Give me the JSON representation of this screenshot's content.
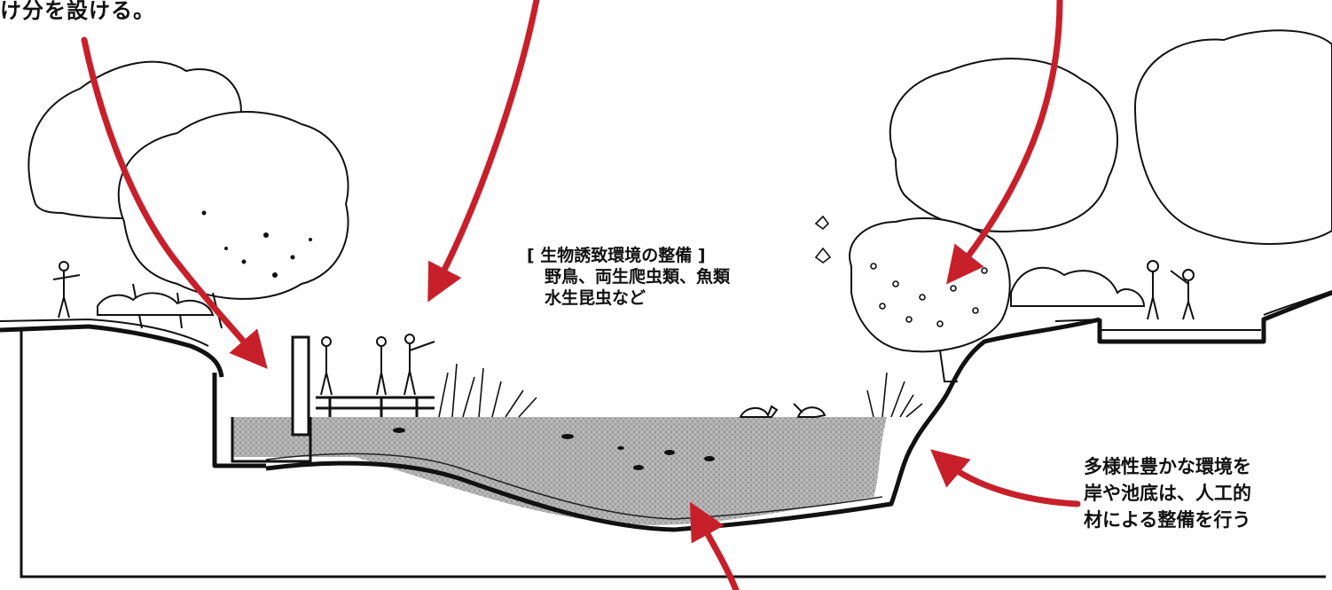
{
  "annotations": {
    "top_left": "け分を設ける。",
    "bio_title": "[ 生物誘致環境の整備 ]",
    "bio_line1": "野鳥、両生爬虫類、魚類",
    "bio_line2": "水生昆虫など",
    "right_line1": "多様性豊かな環境を",
    "right_line2": "岸や池底は、人工的",
    "right_line3": "材による整備を行う"
  },
  "colors": {
    "arrow": "#c8202a",
    "ink": "#111111",
    "water": "#a9a9a9"
  }
}
